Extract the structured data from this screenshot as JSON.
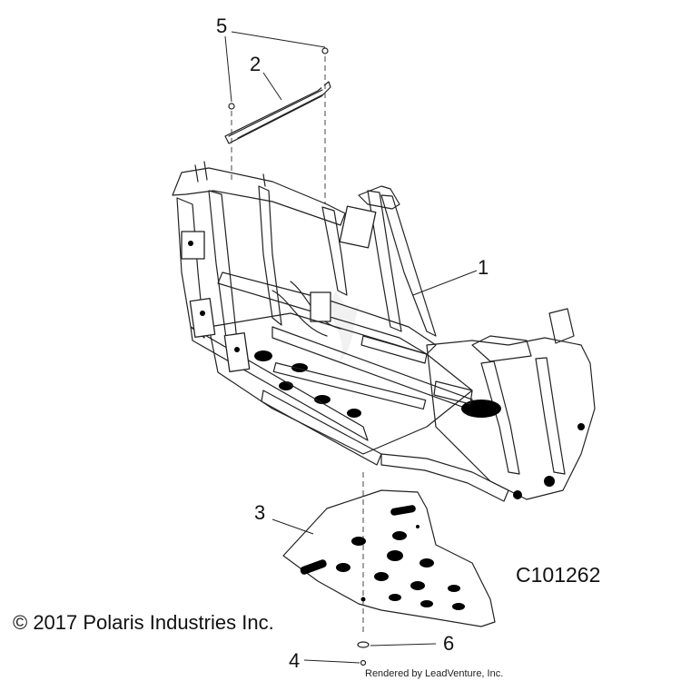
{
  "callouts": {
    "c1": "1",
    "c2": "2",
    "c3": "3",
    "c4": "4",
    "c5": "5",
    "c6": "6"
  },
  "diagram_code": "C101262",
  "copyright": "© 2017 Polaris Industries Inc.",
  "rendered_by": "Rendered by LeadVenture, Inc."
}
